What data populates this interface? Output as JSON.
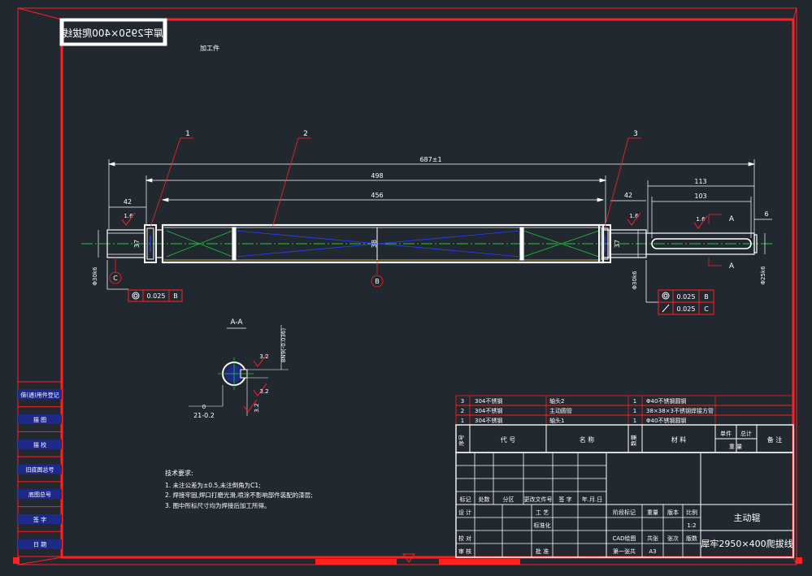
{
  "colors": {
    "background": "#212830",
    "frame": "#ff2020",
    "line": "#ffffff",
    "center": "#1ec832",
    "hidden": "#2a3fff",
    "dim": "#ffffff"
  },
  "title_stamp": "犀牢2950×400爬拔线",
  "process_note": "加工件",
  "left_stamp_labels": [
    "借(通)用件登记",
    "描 图",
    "描 校",
    "旧底图总号",
    "底图总号",
    "签 字",
    "日 期"
  ],
  "callouts": [
    "1",
    "2",
    "3"
  ],
  "dimensions": {
    "overall": "687±1",
    "d498": "498",
    "d456": "456",
    "d42_left": "42",
    "d42_right": "42",
    "d113": "113",
    "d103": "103",
    "d6": "6",
    "d37_left": "37",
    "d38": "38",
    "d37_right": "37",
    "rough_a": "1.6",
    "rough_b": "1.6",
    "rough_c": "1.6",
    "dia_left": "Φ30k6",
    "dia_mid": "Φ30k6",
    "dia_right": "Φ25k6"
  },
  "datums": {
    "c": "C",
    "b": "B"
  },
  "section_mark": "A",
  "tolerance_frames": {
    "left": {
      "value": "0.025",
      "ref": "B"
    },
    "right1": {
      "value": "0.025",
      "ref": "B"
    },
    "right2": {
      "value": "0.025",
      "ref": "C"
    }
  },
  "section": {
    "title": "A-A",
    "keyway_fit": "8N9(-0.036)",
    "keyway_top": "0",
    "rough1": "3.2",
    "rough2": "3.2",
    "rough3": "3.2",
    "depth": "21-0.2"
  },
  "tech_req": {
    "heading": "技术要求:",
    "lines": [
      "1. 未注公差为±0.5,未注倒角为C1;",
      "2. 焊接牢固,焊口打磨光滑,喷涂不影响部件装配的漆层;",
      "3. 图中所标尺寸均为焊接后加工所得。"
    ]
  },
  "bom": {
    "rows": [
      {
        "no": "3",
        "code": "304不锈钢",
        "name": "轴头2",
        "qty": "1",
        "material": "Φ40不锈钢圆钢"
      },
      {
        "no": "2",
        "code": "304不锈钢",
        "name": "主动圆管",
        "qty": "1",
        "material": "38×38×3不锈钢焊接方管"
      },
      {
        "no": "1",
        "code": "304不锈钢",
        "name": "轴头1",
        "qty": "1",
        "material": "Φ40不锈钢圆钢"
      }
    ],
    "header": {
      "no": "序号",
      "code": "代 号",
      "name": "名 称",
      "qty": "数量",
      "material": "材 料",
      "single": "单件",
      "total": "总计",
      "weight": "重 量",
      "remark": "备 注"
    }
  },
  "title_block": {
    "rev_labels": [
      "标记",
      "处数",
      "分区",
      "更改文件号",
      "签 字",
      "年.月.日"
    ],
    "roles": [
      "设 计",
      "校 对",
      "审 核"
    ],
    "roles2": [
      "工 艺",
      "标准化",
      "批 准"
    ],
    "stage_label": "阶段标记",
    "weight_label": "重量",
    "scale_label": "比例",
    "version_label": "版本",
    "scale": "1:2",
    "cad_label": "CAD绘图",
    "total_sheets": "共张",
    "sheet_label": "张次",
    "version_col": "版数",
    "sheet_info": "第一张共",
    "size": "A3",
    "part_name": "主动辊",
    "drawing_name": "犀牢2950×400爬拔线"
  }
}
